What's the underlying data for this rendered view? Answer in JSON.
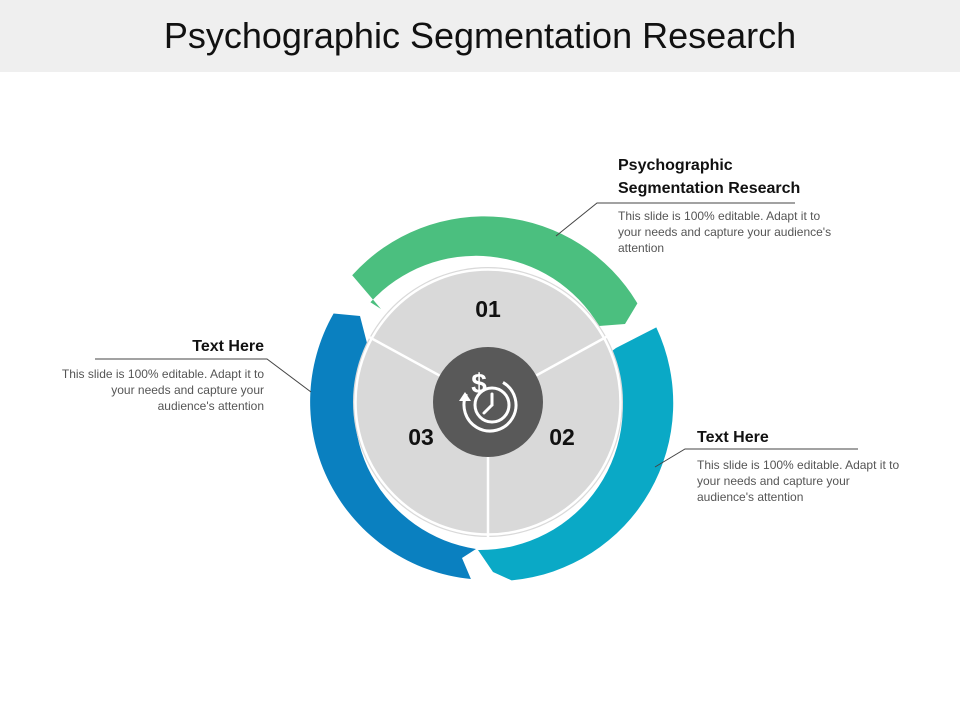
{
  "title": "Psychographic Segmentation Research",
  "segments": [
    {
      "number": "01",
      "color": "#4bbf7f"
    },
    {
      "number": "02",
      "color": "#0aa9c6"
    },
    {
      "number": "03",
      "color": "#0a80c0"
    }
  ],
  "callouts": [
    {
      "heading_line1": "Psychographic",
      "heading_line2": "Segmentation Research",
      "body": "This slide is 100% editable. Adapt it to your needs and capture your audience's attention"
    },
    {
      "heading": "Text Here",
      "body": "This slide is 100% editable. Adapt it to your needs and capture your audience's attention"
    },
    {
      "heading": "Text Here",
      "body": "This slide is 100% editable. Adapt it to your needs and capture your audience's attention"
    }
  ],
  "center_icon": "dollar-clock-icon",
  "colors": {
    "inner_circle": "#d9d9d9",
    "center_circle": "#595959",
    "title_bar": "#efefef"
  }
}
